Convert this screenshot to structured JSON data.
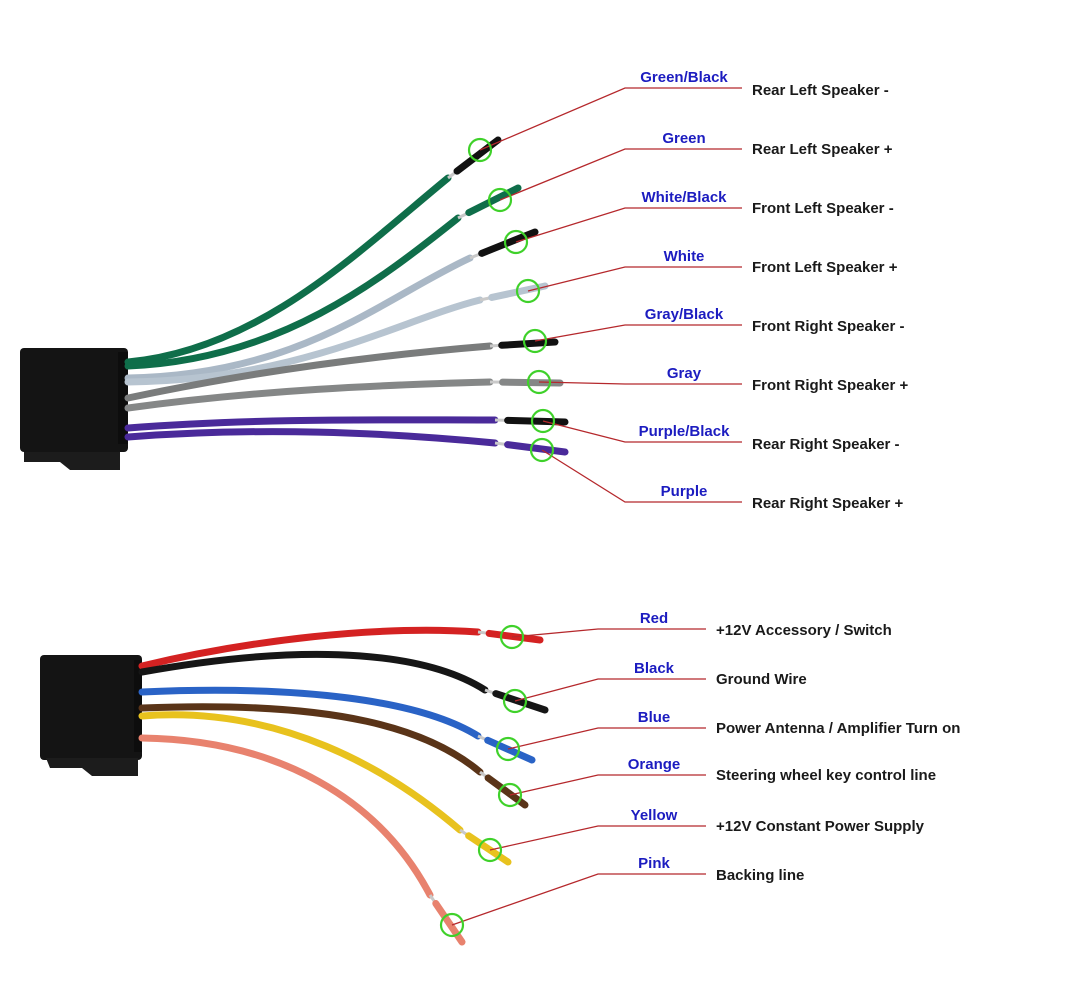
{
  "colors": {
    "label_blue": "#1c1cc0",
    "leader_red": "#b5282c",
    "marker_green": "#3fd12a",
    "connector": "#141414"
  },
  "speaker_harness": {
    "wires": [
      {
        "color_label": "Green/Black",
        "function": "Rear Left Speaker -",
        "insulation": "#0f6e4a",
        "stripe": "#111111"
      },
      {
        "color_label": "Green",
        "function": "Rear Left Speaker +",
        "insulation": "#0f6e4a",
        "stripe": ""
      },
      {
        "color_label": "White/Black",
        "function": "Front Left Speaker -",
        "insulation": "#aab8c6",
        "stripe": "#111111"
      },
      {
        "color_label": "White",
        "function": "Front Left Speaker +",
        "insulation": "#b7c4d0",
        "stripe": ""
      },
      {
        "color_label": "Gray/Black",
        "function": "Front Right Speaker -",
        "insulation": "#7a7c7c",
        "stripe": "#111111"
      },
      {
        "color_label": "Gray",
        "function": "Front Right Speaker +",
        "insulation": "#858787",
        "stripe": ""
      },
      {
        "color_label": "Purple/Black",
        "function": "Rear Right Speaker -",
        "insulation": "#4a2a9a",
        "stripe": "#111111"
      },
      {
        "color_label": "Purple",
        "function": "Rear Right Speaker +",
        "insulation": "#4a2a9a",
        "stripe": ""
      }
    ]
  },
  "power_harness": {
    "wires": [
      {
        "color_label": "Red",
        "function": "+12V  Accessory / Switch",
        "insulation": "#d42222"
      },
      {
        "color_label": "Black",
        "function": "Ground Wire",
        "insulation": "#161616"
      },
      {
        "color_label": "Blue",
        "function": "Power Antenna / Amplifier Turn on",
        "insulation": "#2a63c6"
      },
      {
        "color_label": "Orange",
        "function": "Steering wheel key control line",
        "insulation": "#5a3418"
      },
      {
        "color_label": "Yellow",
        "function": "+12V Constant Power Supply",
        "insulation": "#e8c21e"
      },
      {
        "color_label": "Pink",
        "function": "Backing line",
        "insulation": "#e8826e"
      }
    ]
  }
}
